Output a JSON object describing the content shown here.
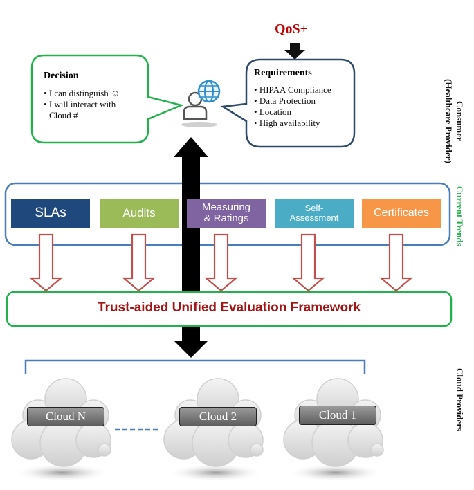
{
  "qos": "QoS+",
  "decision": {
    "title": "Decision",
    "items": [
      "I can distinguish ☺",
      "I will interact with",
      "Cloud #"
    ]
  },
  "requirements": {
    "title": "Requirements",
    "items": [
      "HIPAA Compliance",
      "Data Protection",
      "Location",
      "High availability"
    ]
  },
  "consumer": {
    "line1": "Consumer",
    "line2": "(Healthcare Provider)"
  },
  "trends": {
    "label": "Current Trends",
    "boxes": [
      {
        "line1": "SLAs",
        "line2": "",
        "color": "#1f497d"
      },
      {
        "line1": "Audits",
        "line2": "",
        "color": "#9bbb59"
      },
      {
        "line1": "Measuring",
        "line2": "& Ratings",
        "color": "#8064a2"
      },
      {
        "line1": "Self-",
        "line2": "Assessment",
        "color": "#4bacc6"
      },
      {
        "line1": "Certificates",
        "line2": "",
        "color": "#f79646"
      }
    ]
  },
  "framework": {
    "title": "Trust-aided Unified Evaluation Framework"
  },
  "clouds": {
    "label": "Cloud Providers",
    "items": [
      "Cloud N",
      "Cloud 2",
      "Cloud 1"
    ]
  },
  "colors": {
    "decision_border": "#22b14c",
    "requirements_border": "#2e4a6b",
    "trends_border": "#4a7ebb",
    "framework_border": "#22b14c",
    "framework_text": "#a31515",
    "qos_text": "#c00000",
    "trends_label": "#22b14c",
    "hollow_arrow": "#c0504d"
  }
}
